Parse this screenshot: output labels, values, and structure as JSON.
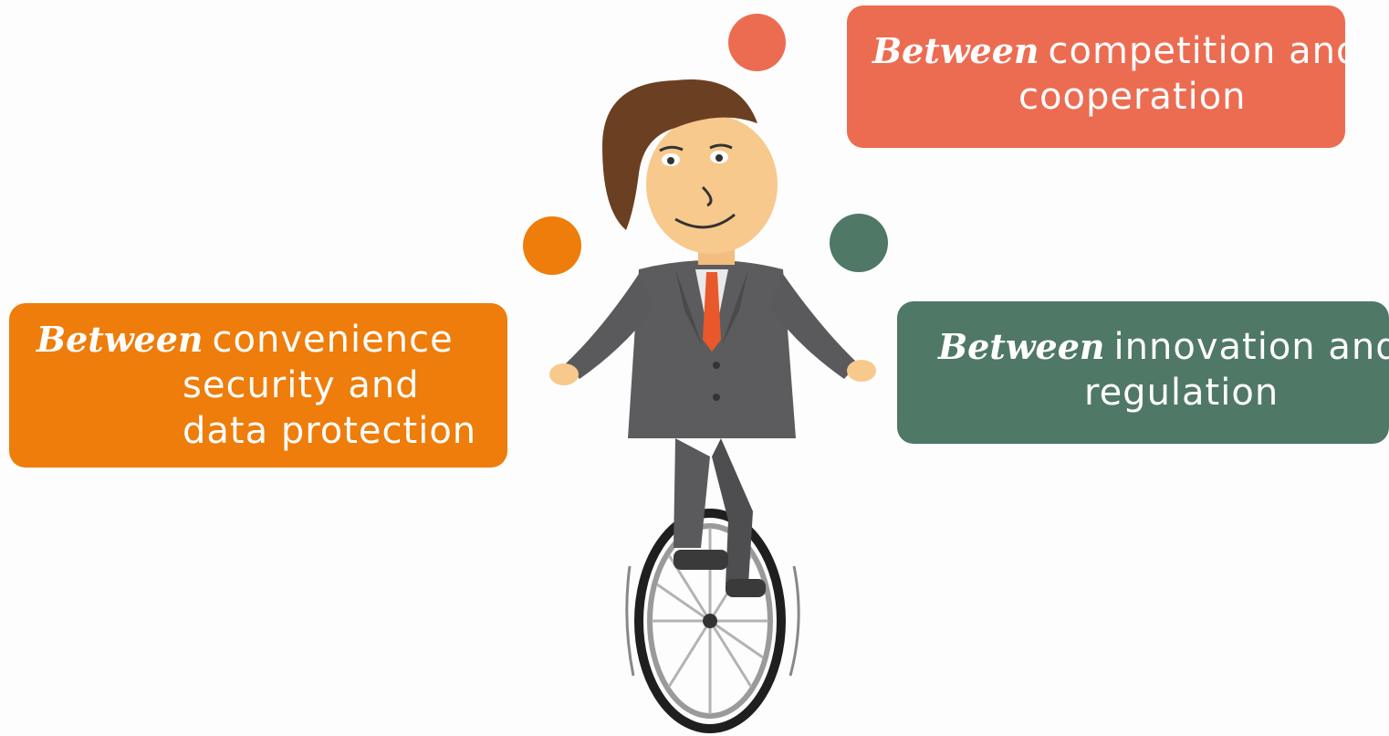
{
  "colors": {
    "orange": "#ee7d0b",
    "red": "#ec6c52",
    "green": "#4f7866",
    "suit": "#5a5a5c",
    "hair": "#6b3f22",
    "skin": "#f7c98c",
    "tie": "#e8582b"
  },
  "boxes": {
    "left": {
      "lead": "Between",
      "line1": "convenience",
      "line2": "security and",
      "line3": "data protection"
    },
    "top_right": {
      "lead": "Between",
      "line1": "competition and",
      "line2": "cooperation"
    },
    "right": {
      "lead": "Between",
      "line1": "innovation and",
      "line2": "regulation"
    }
  },
  "illustration": {
    "figure": "businessman-juggling-on-unicycle-icon",
    "balls": [
      "red-ball-icon",
      "orange-ball-icon",
      "green-ball-icon"
    ]
  }
}
